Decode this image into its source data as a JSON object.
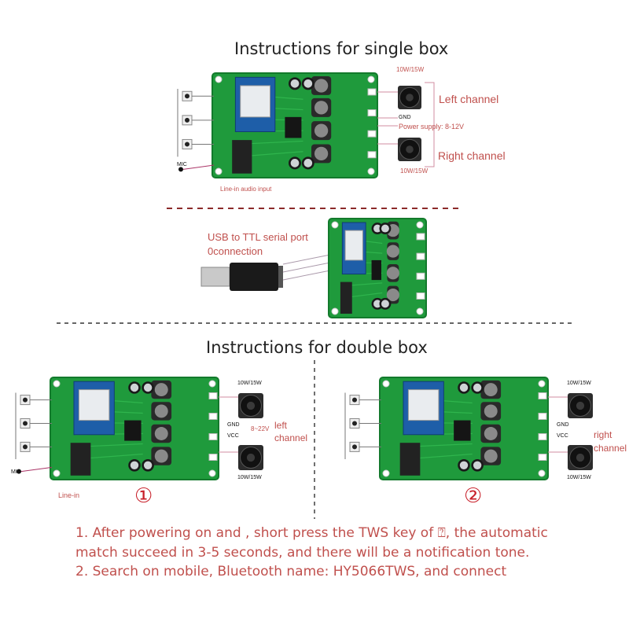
{
  "single": {
    "title": "Instructions for single box",
    "watt_top": "10W/15W",
    "watt_bottom": "10W/15W",
    "left_channel": "Left channel",
    "right_channel": "Right channel",
    "gnd": "GND",
    "power_supply": "Power supply: 8-12V",
    "mic": "MIC",
    "line_in": "Line-in audio input"
  },
  "serial": {
    "line1": "USB to TTL serial port",
    "line2": "0connection"
  },
  "double": {
    "title": "Instructions for double box",
    "box1": {
      "watt_top": "10W/15W",
      "watt_bottom": "10W/15W",
      "gnd": "GND",
      "vcc": "VCC",
      "voltage": "8~22V",
      "channel_line1": "left",
      "channel_line2": "channel",
      "mic": "MIC",
      "line_in": "Line-in",
      "number": "①"
    },
    "box2": {
      "watt_top": "10W/15W",
      "watt_bottom": "10W/15W",
      "gnd": "GND",
      "vcc": "VCC",
      "channel_line1": "right",
      "channel_line2": "channel",
      "number": "②"
    }
  },
  "instructions": {
    "line1": "1. After powering on     and    , short press the TWS key of ⍰, the automatic",
    "line2": "match succeed in 3-5 seconds, and there will be a notification tone.",
    "line3": "2. Search on mobile, Bluetooth name: HY5066TWS, and connect"
  },
  "colors": {
    "pcb": "#1f9a3c",
    "pcb_dark": "#137a2c",
    "module": "#1e5ea8",
    "label": "#c0504d",
    "divider": "#8b2a2a"
  }
}
